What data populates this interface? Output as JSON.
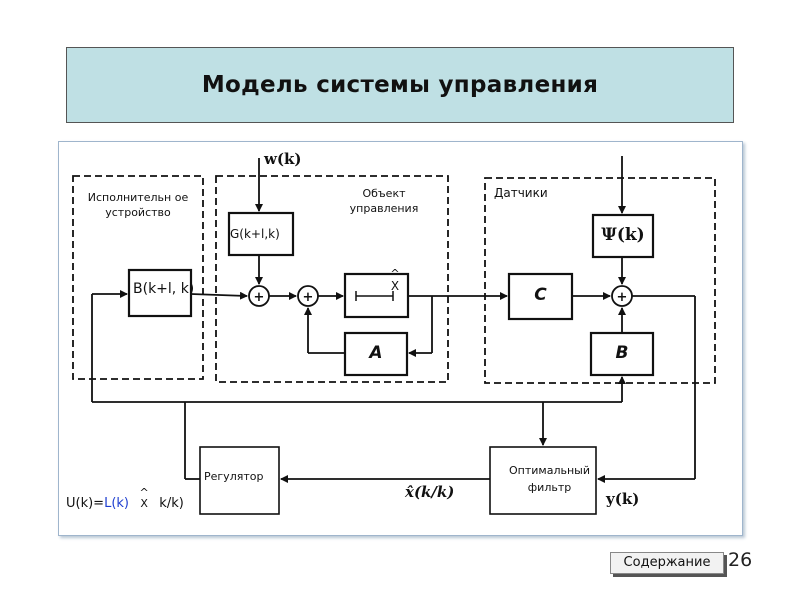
{
  "slide": {
    "title": "Модель системы управления",
    "footer_link": "Содержание",
    "page_number": "26"
  },
  "diagram": {
    "regions": {
      "actuator": "Исполнительн ое устройство",
      "object": "Объект управления",
      "sensors": "Датчики"
    },
    "blocks": {
      "b": "B(k+l, k)",
      "g": "G(k+l,k)",
      "integrator": "X",
      "a": "A",
      "c": "C",
      "psi": "Ψ(k)",
      "bsens": "B",
      "regulator": "Регулятор",
      "filter": "Оптимальный фильтр"
    },
    "signals": {
      "w": "w(k)",
      "y": "y(k)",
      "xhat": "x̂(k/k)"
    },
    "control_law": {
      "lhs": "U(k)=",
      "func": "L(k)",
      "var": "X",
      "rhs": "k/k)"
    }
  }
}
